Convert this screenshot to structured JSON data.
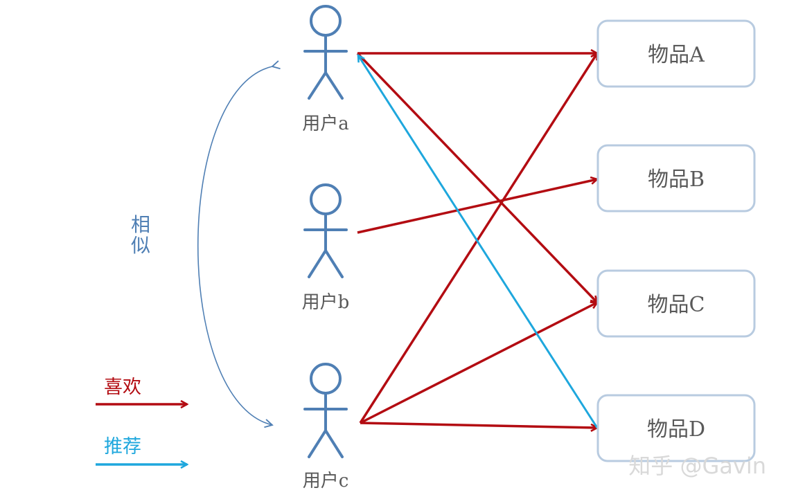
{
  "users": [
    {
      "id": "a",
      "label": "用户a"
    },
    {
      "id": "b",
      "label": "用户b"
    },
    {
      "id": "c",
      "label": "用户c"
    }
  ],
  "items": [
    {
      "id": "A",
      "label": "物品A"
    },
    {
      "id": "B",
      "label": "物品B"
    },
    {
      "id": "C",
      "label": "物品C"
    },
    {
      "id": "D",
      "label": "物品D"
    }
  ],
  "similar_label": "相似",
  "legend": {
    "like": {
      "label": "喜欢",
      "color": "#b30c12"
    },
    "recommend": {
      "label": "推荐",
      "color": "#1ea7dd"
    }
  },
  "edges": [
    {
      "from": "a",
      "to": "A",
      "kind": "like"
    },
    {
      "from": "a",
      "to": "C",
      "kind": "like"
    },
    {
      "from": "b",
      "to": "B",
      "kind": "like"
    },
    {
      "from": "c",
      "to": "A",
      "kind": "like"
    },
    {
      "from": "c",
      "to": "C",
      "kind": "like"
    },
    {
      "from": "c",
      "to": "D",
      "kind": "like"
    },
    {
      "from": "D",
      "to": "a",
      "kind": "recommend"
    }
  ],
  "colors": {
    "figure": "#4f7fb4",
    "item_border": "#b8cbe0",
    "text": "#595959",
    "similar_arc": "#4f7fb4"
  },
  "watermark": "知乎 @Gavin"
}
